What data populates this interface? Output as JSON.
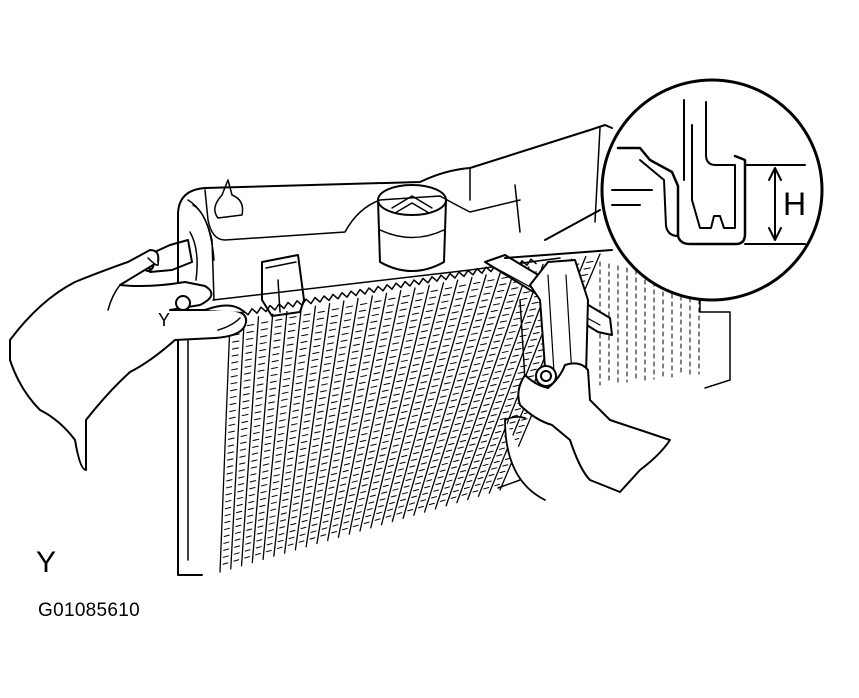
{
  "figure": {
    "view_label": "Y",
    "figure_code": "G01085610",
    "dimension_label": "H",
    "callout_label": "Y"
  },
  "colors": {
    "ink": "#000000",
    "paper": "#ffffff"
  },
  "icons": [
    "radiator-core",
    "upper-tank",
    "radiator-cap-neck",
    "vernier-caliper",
    "hand",
    "magnified-detail"
  ]
}
